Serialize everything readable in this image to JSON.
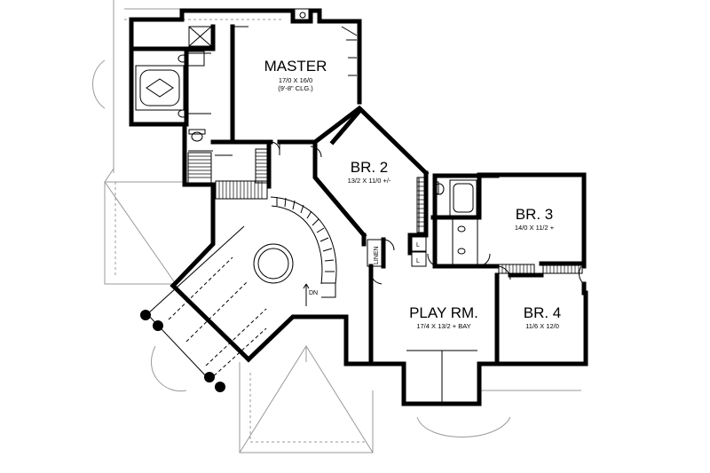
{
  "rooms": {
    "master": {
      "name": "MASTER",
      "size": "17/0 X 16/0",
      "ceiling": "(9'-8\" CLG.)"
    },
    "br2": {
      "name": "BR. 2",
      "size": "13/2 X 11/0 +/-"
    },
    "br3": {
      "name": "BR. 3",
      "size": "14/0 X 11/2 +"
    },
    "br4": {
      "name": "BR. 4",
      "size": "11/6 X 12/0"
    },
    "play": {
      "name": "PLAY RM.",
      "size": "17/4 X 13/2 + BAY"
    }
  },
  "labels": {
    "linen": "LINEN",
    "down": "DN",
    "closet_a": "L",
    "closet_b": "L"
  }
}
